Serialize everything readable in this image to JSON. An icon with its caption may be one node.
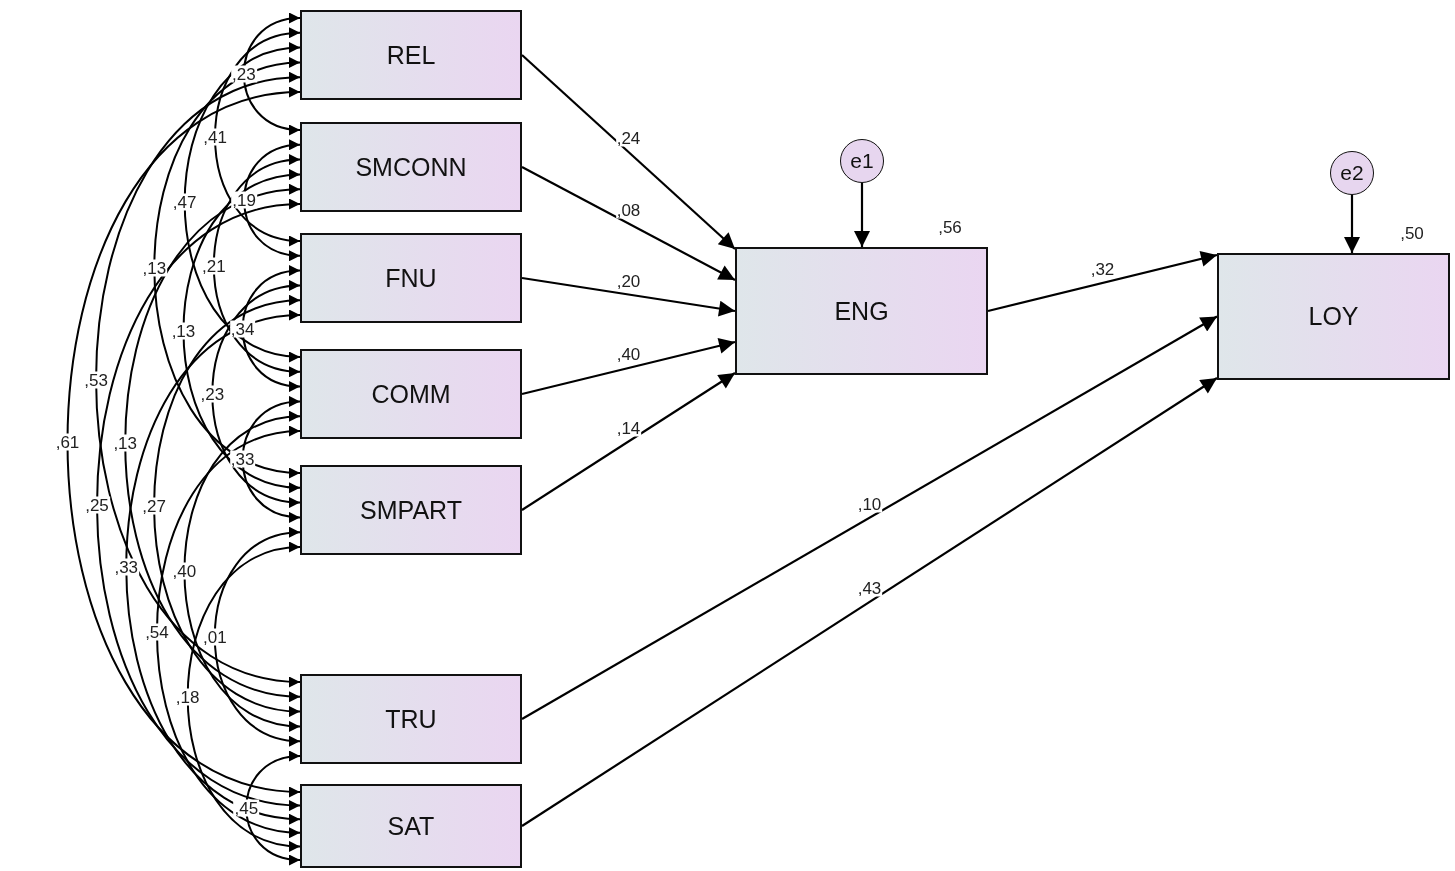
{
  "diagram": {
    "nodes": [
      {
        "text": [
          "REL"
        ]
      },
      {
        "text": [
          "SMCONN"
        ]
      },
      {
        "text": [
          "FNU"
        ]
      },
      {
        "text": [
          "COMM"
        ]
      },
      {
        "text": [
          "SMPART"
        ]
      },
      {
        "text": [
          "TRU"
        ]
      },
      {
        "text": [
          "SAT"
        ]
      },
      {
        "text": [
          "ENG"
        ],
        "beside": [
          ",56"
        ]
      },
      {
        "text": [
          "LOY"
        ],
        "beside": [
          ",50"
        ]
      },
      {
        "text": [
          "e1"
        ]
      },
      {
        "text": [
          "e2"
        ]
      }
    ],
    "edges": [
      {
        "from": 0,
        "to": 7,
        "arrow": "to",
        "label": ",24"
      },
      {
        "from": 1,
        "to": 7,
        "arrow": "to",
        "label": ",08"
      },
      {
        "from": 2,
        "to": 7,
        "arrow": "to",
        "label": ",20"
      },
      {
        "from": 3,
        "to": 7,
        "arrow": "to",
        "label": ",40"
      },
      {
        "from": 4,
        "to": 7,
        "arrow": "to",
        "label": ",14"
      },
      {
        "from": 9,
        "to": 7,
        "arrow": "to"
      },
      {
        "from": 7,
        "to": 8,
        "arrow": "to",
        "label": ",32"
      },
      {
        "from": 10,
        "to": 8,
        "arrow": "to"
      },
      {
        "from": 5,
        "to": 8,
        "arrow": "to",
        "label": ",10"
      },
      {
        "from": 6,
        "to": 8,
        "arrow": "to",
        "label": ",43"
      },
      {
        "from": 0,
        "to": 1,
        "arrow": "both",
        "label": ",23"
      },
      {
        "from": 1,
        "to": 2,
        "arrow": "both",
        "label": ",19"
      },
      {
        "from": 2,
        "to": 3,
        "arrow": "both",
        "label": ",34"
      },
      {
        "from": 3,
        "to": 4,
        "arrow": "both",
        "label": ",33"
      },
      {
        "from": 4,
        "to": 5,
        "arrow": "both",
        "label": ",01"
      },
      {
        "from": 5,
        "to": 6,
        "arrow": "both",
        "label": ",45"
      },
      {
        "from": 0,
        "to": 2,
        "arrow": "both",
        "label": ",41"
      },
      {
        "from": 1,
        "to": 3,
        "arrow": "both",
        "label": ",21"
      },
      {
        "from": 2,
        "to": 4,
        "arrow": "both",
        "label": ",23"
      },
      {
        "from": 3,
        "to": 5,
        "arrow": "both",
        "label": ",40"
      },
      {
        "from": 4,
        "to": 6,
        "arrow": "both",
        "label": ",18"
      },
      {
        "from": 0,
        "to": 3,
        "arrow": "both",
        "label": ",47"
      },
      {
        "from": 1,
        "to": 4,
        "arrow": "both",
        "label": ",13"
      },
      {
        "from": 2,
        "to": 5,
        "arrow": "both",
        "label": ",27"
      },
      {
        "from": 3,
        "to": 6,
        "arrow": "both",
        "label": ",54"
      },
      {
        "from": 0,
        "to": 4,
        "arrow": "both",
        "label": ",13"
      },
      {
        "from": 1,
        "to": 5,
        "arrow": "both",
        "label": ",13"
      },
      {
        "from": 2,
        "to": 6,
        "arrow": "both",
        "label": ",33"
      },
      {
        "from": 0,
        "to": 5,
        "arrow": "both",
        "label": ",53"
      },
      {
        "from": 1,
        "to": 6,
        "arrow": "both",
        "label": ",25"
      },
      {
        "from": 0,
        "to": 6,
        "arrow": "both",
        "label": ",61"
      }
    ]
  }
}
